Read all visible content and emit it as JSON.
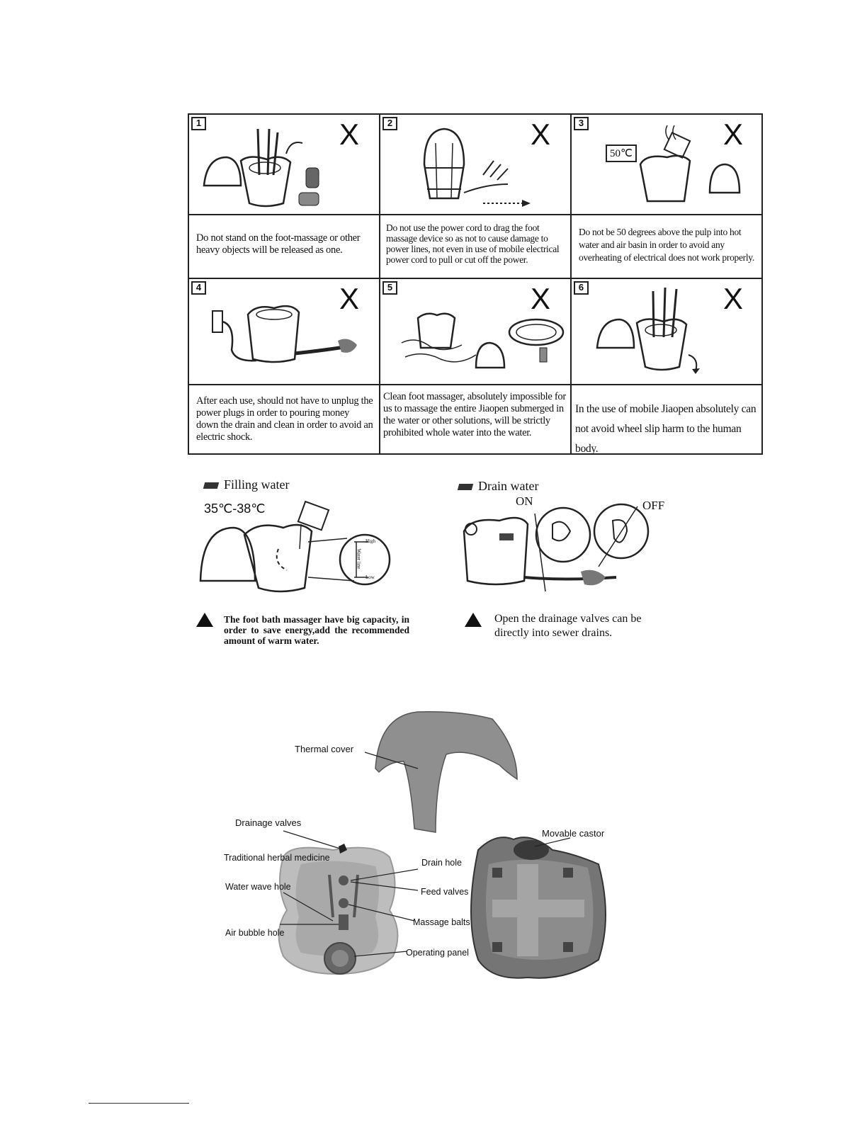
{
  "warnings": [
    {
      "num": "1",
      "mark": "X",
      "text": "Do not stand on the foot-massage or other heavy objects will be released as one."
    },
    {
      "num": "2",
      "mark": "X",
      "text": "Do not use the power cord to drag the foot massage device so as not to cause damage to power lines, not even in use of mobile electrical power cord to pull or cut off the power."
    },
    {
      "num": "3",
      "mark": "X",
      "text": "Do not be 50 degrees above the pulp into hot water and air basin in order to avoid any overheating of electrical does not work properly.",
      "temp_label": "50℃"
    },
    {
      "num": "4",
      "mark": "X",
      "text": "After each use, should not have to unplug the power plugs in order to pouring money down the drain and clean in order to avoid an electric shock."
    },
    {
      "num": "5",
      "mark": "X",
      "text": "Clean foot massager, absolutely impossible for us to massage the entire Jiaopen submerged in the water or other solutions, will be strictly prohibited whole water into the water."
    },
    {
      "num": "6",
      "mark": "X",
      "text": "In the use of mobile Jiaopen absolutely can not avoid wheel slip harm to the human body."
    }
  ],
  "filling": {
    "title": "Filling water",
    "temp": "35℃-38℃",
    "gauge_high": "High",
    "gauge_mid": "Water line",
    "gauge_low": "Low",
    "note": "The foot bath massager have big capacity, in order to save energy,add the recommended amount of warm water."
  },
  "drain": {
    "title": "Drain water",
    "on_label": "ON",
    "off_label": "OFF",
    "note": "Open the drainage valves can be directly into sewer drains."
  },
  "parts": {
    "thermal_cover": "Thermal cover",
    "drainage_valves": "Drainage valves",
    "herbal": "Traditional herbal medicine",
    "water_wave": "Water wave hole",
    "air_bubble": "Air bubble hole",
    "drain_hole": "Drain hole",
    "feed_valves": "Feed valves",
    "massage_balls": "Massage balts",
    "operating_panel": "Operating panel",
    "movable_castor": "Movable castor"
  }
}
